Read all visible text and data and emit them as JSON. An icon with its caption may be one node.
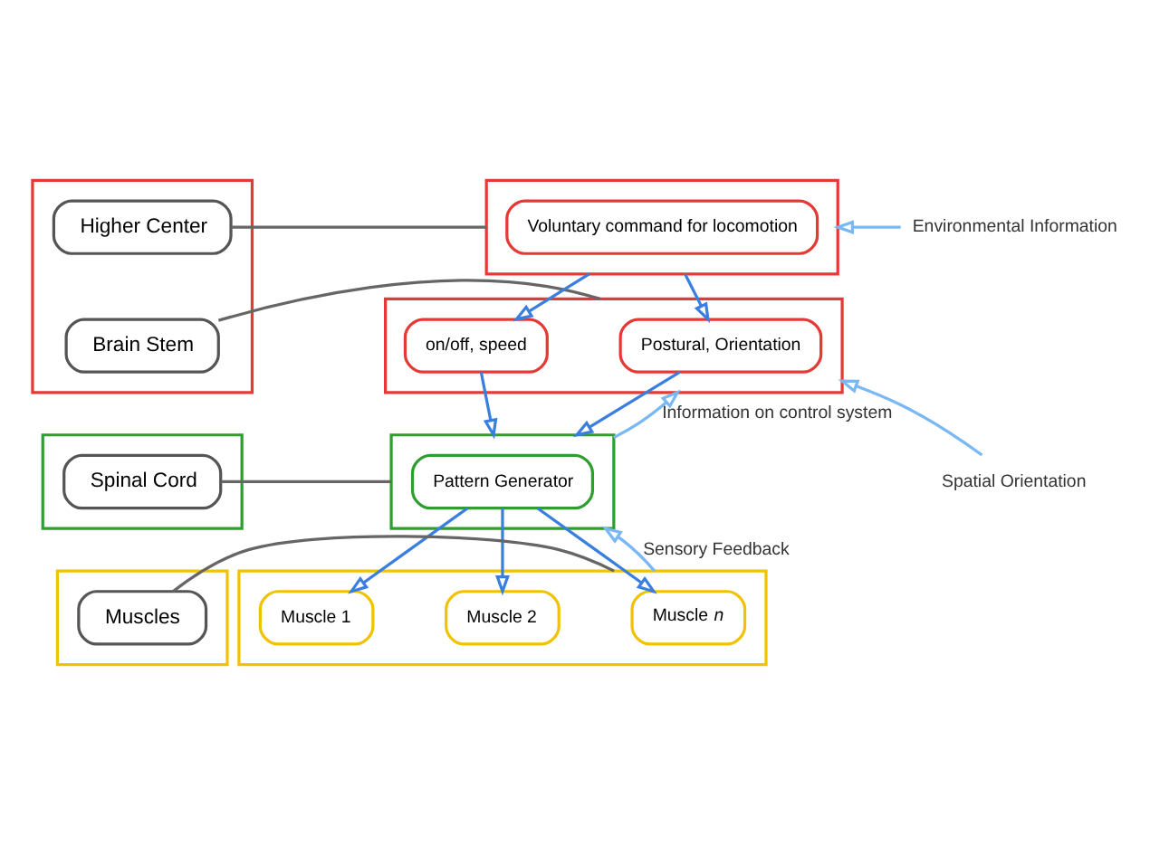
{
  "diagram": {
    "nodes": [
      {
        "text": [],
        "shape": "box"
      },
      {
        "text": [
          "Higher Center"
        ],
        "in": 0
      },
      {
        "text": [
          "Brain Stem"
        ],
        "in": 0
      },
      {
        "text": [],
        "shape": "box"
      },
      {
        "text": [
          "Voluntary command for locomotion"
        ],
        "in": 3
      },
      {
        "text": [],
        "shape": "box"
      },
      {
        "text": [
          "on/off, speed"
        ],
        "in": 5
      },
      {
        "text": [
          "Postural, Orientation"
        ],
        "in": 5
      },
      {
        "text": [],
        "shape": "box"
      },
      {
        "text": [
          "Spinal Cord"
        ],
        "in": 8
      },
      {
        "text": [],
        "shape": "box"
      },
      {
        "text": [
          "Pattern Generator"
        ],
        "in": 10
      },
      {
        "text": [],
        "shape": "box"
      },
      {
        "text": [
          "Muscles"
        ],
        "in": 12
      },
      {
        "text": [],
        "shape": "box"
      },
      {
        "text": [
          "Muscle 1"
        ],
        "in": 14
      },
      {
        "text": [
          "Muscle 2"
        ],
        "in": 14
      },
      {
        "text": [
          "Muscle *n*"
        ],
        "in": 14
      },
      {
        "text": [
          "Environmental Information"
        ]
      },
      {
        "text": [
          "Spatial Orientation"
        ]
      }
    ],
    "edges": [
      {
        "from": 1,
        "to": 3,
        "arrow": "none",
        "color": "#666666"
      },
      {
        "from": 2,
        "to": 5,
        "arrow": "none",
        "color": "#666666"
      },
      {
        "from": 9,
        "to": 10,
        "arrow": "none",
        "color": "#666666"
      },
      {
        "from": 13,
        "to": 14,
        "arrow": "none",
        "color": "#666666"
      },
      {
        "from": 3,
        "to": 6,
        "arrow": "to"
      },
      {
        "from": 3,
        "to": 7,
        "arrow": "to"
      },
      {
        "from": 6,
        "to": 10,
        "arrow": "to"
      },
      {
        "from": 7,
        "to": 10,
        "arrow": "to"
      },
      {
        "from": 11,
        "to": 15,
        "arrow": "to"
      },
      {
        "from": 11,
        "to": 16,
        "arrow": "to"
      },
      {
        "from": 11,
        "to": 17,
        "arrow": "to"
      },
      {
        "from": 18,
        "to": 3,
        "arrow": "to",
        "color": "#7ab8f5"
      },
      {
        "from": 19,
        "to": 5,
        "arrow": "to",
        "color": "#7ab8f5"
      },
      {
        "from": 10,
        "to": 5,
        "arrow": "to",
        "label": "Information on control system",
        "color": "#7ab8f5"
      },
      {
        "from": 14,
        "to": 10,
        "arrow": "to",
        "label": "Sensory Feedback",
        "color": "#7ab8f5"
      }
    ]
  }
}
